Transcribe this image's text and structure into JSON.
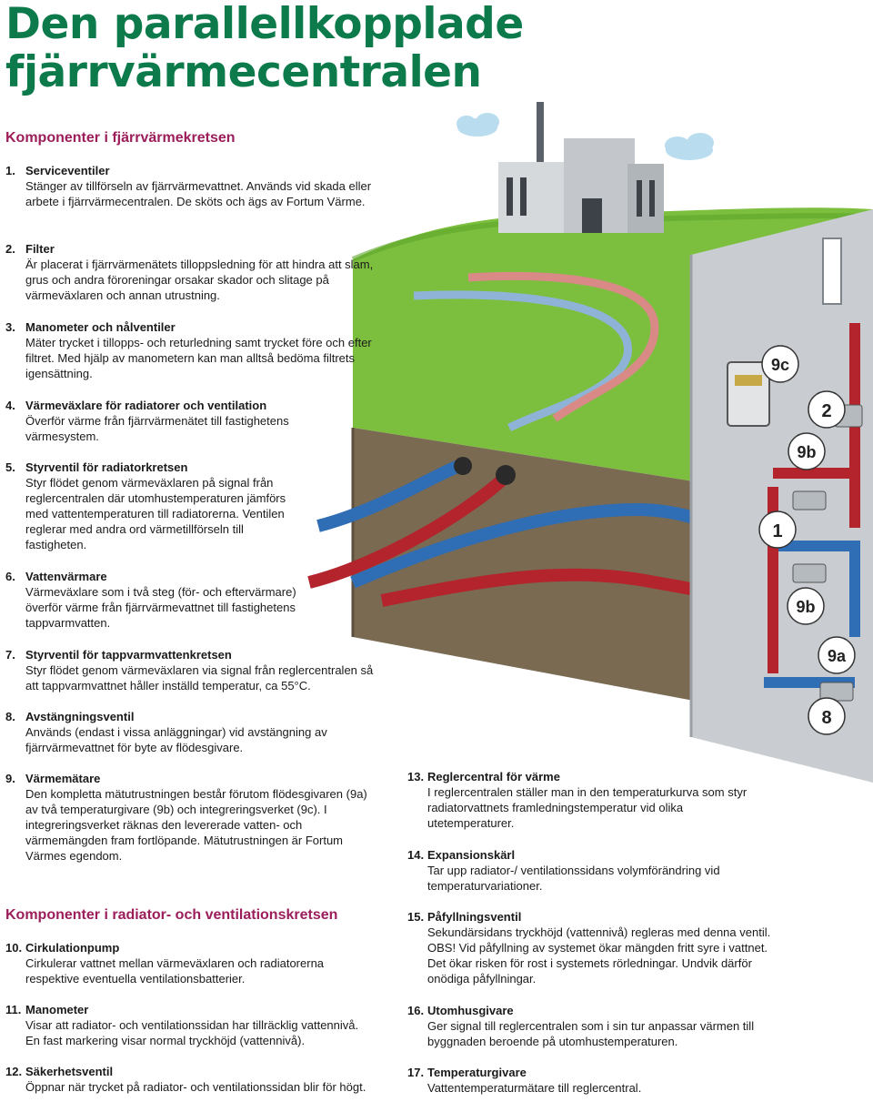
{
  "title": "Den parallellkopplade fjärrvärmecentralen",
  "section1": {
    "heading": "Komponenter i fjärrvärmekretsen",
    "items": [
      {
        "num": "1.",
        "title": "Serviceventiler",
        "text": "Stänger av tillförseln av fjärrvärmevattnet. Används vid skada eller arbete i fjärrvärmecentralen. De sköts och ägs av Fortum Värme."
      },
      {
        "num": "2.",
        "title": "Filter",
        "text": "Är placerat i fjärrvärmenätets tilloppsledning för att hindra att slam, grus och andra föroreningar orsakar skador och slitage på värmeväxlaren och annan utrustning."
      },
      {
        "num": "3.",
        "title": "Manometer och nålventiler",
        "text": "Mäter trycket i tillopps- och returledning samt trycket före och efter filtret. Med hjälp av manometern kan man alltså bedöma filtrets igensättning."
      },
      {
        "num": "4.",
        "title": "Värmeväxlare för radiatorer och ventilation",
        "text": "Överför värme från fjärrvärmenätet till fastighetens värmesystem."
      },
      {
        "num": "5.",
        "title": "Styrventil för radiatorkretsen",
        "text": "Styr flödet genom värmeväxlaren på signal från reglercentralen där utomhustemperaturen jämförs med vattentemperaturen till radiatorerna. Ventilen reglerar med andra ord värmetillförseln till fastigheten."
      },
      {
        "num": "6.",
        "title": "Vattenvärmare",
        "text": "Värmeväxlare som i två steg (för- och eftervärmare) överför värme från fjärrvärmevattnet till fastighetens tappvarmvatten."
      },
      {
        "num": "7.",
        "title": "Styrventil för tappvarmvattenkretsen",
        "text": "Styr flödet genom värmeväxlaren via signal från reglercentralen så att tappvarmvattnet håller inställd temperatur, ca 55°C."
      },
      {
        "num": "8.",
        "title": "Avstängningsventil",
        "text": "Används (endast i vissa anläggningar) vid avstängning av fjärrvärmevattnet för byte av flödesgivare."
      },
      {
        "num": "9.",
        "title": "Värmemätare",
        "text": "Den kompletta mätutrustningen består förutom flödesgivaren (9a) av två temperaturgivare (9b) och integreringsverket (9c). I integreringsverket räknas den levererade vatten- och värmemängden fram fortlöpande. Mätutrustningen är Fortum Värmes egendom."
      }
    ]
  },
  "section2": {
    "heading": "Komponenter i radiator- och ventilationskretsen",
    "items": [
      {
        "num": "10.",
        "title": "Cirkulationpump",
        "text": "Cirkulerar vattnet mellan värmeväxlaren och radiatorerna respektive eventuella ventilationsbatterier."
      },
      {
        "num": "11.",
        "title": "Manometer",
        "text": "Visar att radiator- och ventilationssidan har tillräcklig vattennivå. En fast markering visar normal tryckhöjd (vattennivå)."
      },
      {
        "num": "12.",
        "title": "Säkerhetsventil",
        "text": "Öppnar när trycket på radiator- och ventilationssidan blir för högt."
      }
    ]
  },
  "section3": {
    "items": [
      {
        "num": "13.",
        "title": "Reglercentral för värme",
        "text": "I reglercentralen ställer man in den temperaturkurva som styr radiatorvattnets framledningstemperatur vid olika utetemperaturer."
      },
      {
        "num": "14.",
        "title": "Expansionskärl",
        "text": "Tar upp radiator-/ ventilationssidans volymförändring vid temperaturvariationer."
      },
      {
        "num": "15.",
        "title": "Påfyllningsventil",
        "text": "Sekundärsidans tryckhöjd (vattennivå) regleras med denna ventil. OBS! Vid påfyllning av systemet ökar mängden fritt syre i vattnet. Det ökar risken för rost i systemets rörledningar. Undvik därför onödiga påfyllningar."
      },
      {
        "num": "16.",
        "title": "Utomhusgivare",
        "text": "Ger signal till reglercentralen som i sin tur anpassar värmen till byggnaden beroende på utomhustemperaturen."
      },
      {
        "num": "17.",
        "title": "Temperaturgivare",
        "text": "Vattentemperaturmätare till reglercentral."
      }
    ]
  },
  "callouts": {
    "c9c": "9c",
    "c2": "2",
    "c9b_top": "9b",
    "c1": "1",
    "c9b_bottom": "9b",
    "c9a": "9a",
    "c8": "8"
  },
  "colors": {
    "title": "#0d7a4b",
    "section_heading": "#9b1d5a",
    "grass": "#7cbf3f",
    "soil": "#7a6a52",
    "supply_pipe": "#b3242c",
    "return_pipe": "#2f6db5",
    "wall": "#c9ccd0"
  },
  "icons": {
    "factory": "power-plant-icon",
    "meter": "heat-meter-icon",
    "valve": "valve-icon",
    "cloud": "cloud-icon"
  }
}
